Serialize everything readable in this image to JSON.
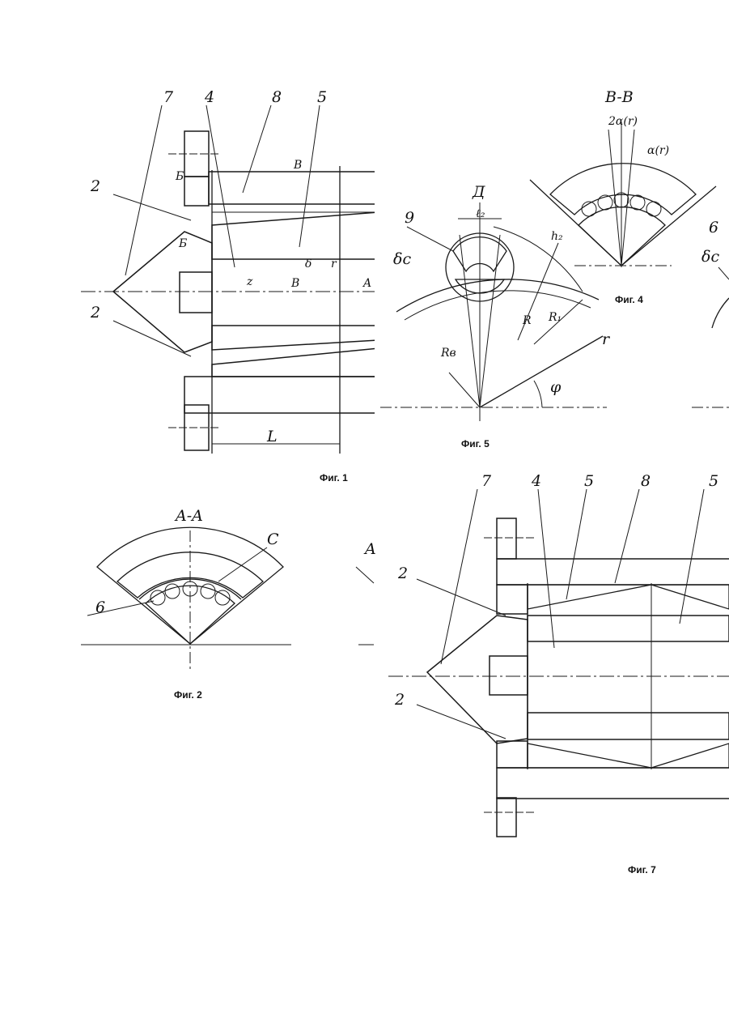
{
  "figures": {
    "fig1": {
      "caption": "Фиг. 1",
      "labels": [
        "7",
        "4",
        "8",
        "5",
        "2",
        "2",
        "Б",
        "Б",
        "В",
        "В",
        "A",
        "z",
        "L",
        "δ",
        "r"
      ]
    },
    "fig2": {
      "caption": "Фиг. 2",
      "section": "A-A",
      "labels": [
        "С",
        "6"
      ]
    },
    "fig4": {
      "caption": "Фиг. 4",
      "section": "B-B",
      "labels": [
        "2α(r)",
        "α(r)"
      ]
    },
    "fig5": {
      "caption": "Фиг. 5",
      "labels": [
        "Д",
        "9",
        "ℓ₂",
        "h₂",
        "δc",
        "R",
        "R₁",
        "Rв",
        "r",
        "φ"
      ]
    },
    "fig7": {
      "caption": "Фиг. 7",
      "labels": [
        "7",
        "4",
        "5",
        "8",
        "5",
        "2",
        "2"
      ]
    },
    "partial": {
      "labels": [
        "6",
        "δc",
        "A"
      ]
    }
  },
  "colors": {
    "ink": "#1a1a1a",
    "paper": "#ffffff"
  }
}
